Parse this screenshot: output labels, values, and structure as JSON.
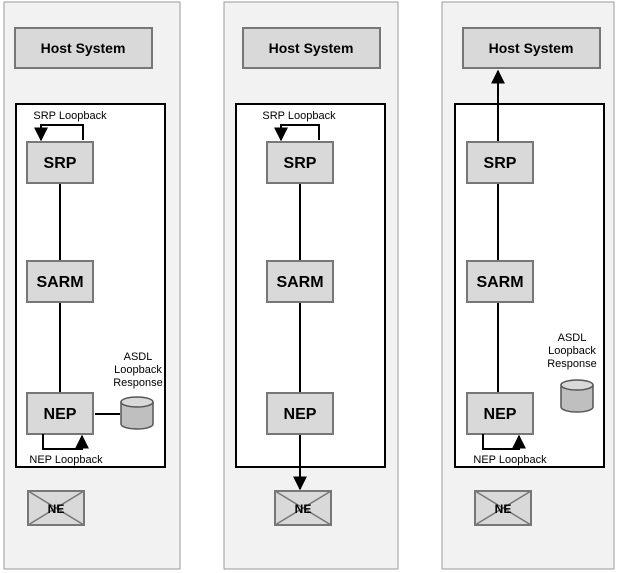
{
  "panels": [
    {
      "host": "Host System",
      "components": [
        "SRP",
        "SARM",
        "NEP"
      ],
      "srp_loopback": "SRP Loopback",
      "nep_loopback": "NEP Loopback",
      "asdl_lines": [
        "ASDL",
        "Loopback",
        "Response"
      ],
      "ne": "NE"
    },
    {
      "host": "Host System",
      "components": [
        "SRP",
        "SARM",
        "NEP"
      ],
      "srp_loopback": "SRP Loopback",
      "ne": "NE"
    },
    {
      "host": "Host System",
      "components": [
        "SRP",
        "SARM",
        "NEP"
      ],
      "nep_loopback": "NEP Loopback",
      "asdl_lines": [
        "ASDL",
        "Loopback",
        "Response"
      ],
      "ne": "NE"
    }
  ],
  "colors": {
    "panel_bg": "#f2f2f2",
    "box_fill": "#d9d9d9",
    "box_border": "#777777",
    "frame": "#000000",
    "cylinder": "#bfbfbf"
  }
}
